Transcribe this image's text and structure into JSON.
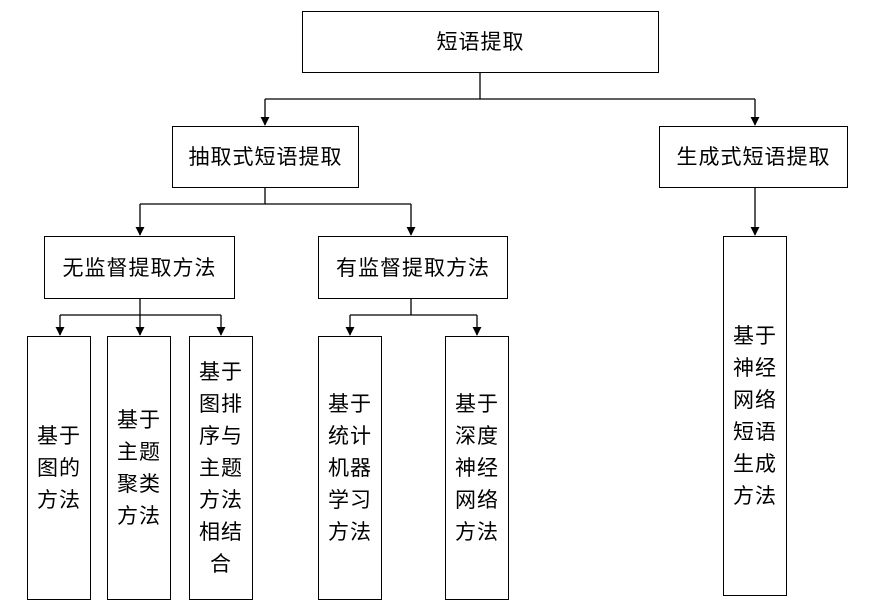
{
  "diagram": {
    "root": "短语提取",
    "extractive": "抽取式短语提取",
    "generative": "生成式短语提取",
    "unsupervised": "无监督提取方法",
    "supervised": "有监督提取方法",
    "leaves": {
      "graph": "基于图的方法",
      "topic_cluster": "基于主题聚类方法",
      "graph_rank_topic": "基于图排序与主题方法相结合",
      "statistical_ml": "基于统计机器学习方法",
      "deep_nn": "基于深度神经网络方法",
      "nn_generation": "基于神经网络短语生成方法"
    }
  }
}
